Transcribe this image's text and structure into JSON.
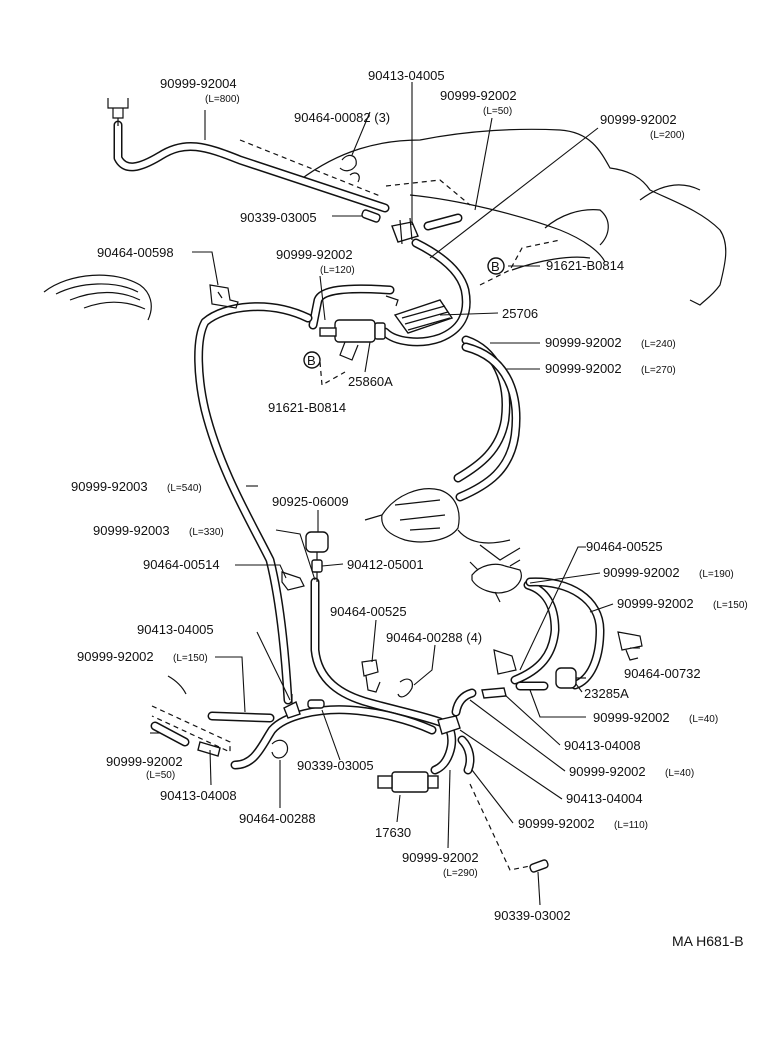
{
  "callouts": [
    {
      "id": "c1",
      "num": "90999-92004",
      "sub": "(L=800)"
    },
    {
      "id": "c2",
      "num": "90413-04005",
      "sub": ""
    },
    {
      "id": "c3",
      "num": "90999-92002",
      "sub": "(L=50)"
    },
    {
      "id": "c4",
      "num": "90464-00082 (3)",
      "sub": ""
    },
    {
      "id": "c5",
      "num": "90999-92002",
      "sub": "(L=200)"
    },
    {
      "id": "c6",
      "num": "90339-03005",
      "sub": ""
    },
    {
      "id": "c7",
      "num": "90464-00598",
      "sub": ""
    },
    {
      "id": "c8",
      "num": "90999-92002",
      "sub": "(L=120)"
    },
    {
      "id": "c9",
      "num": "91621-B0814",
      "sub": ""
    },
    {
      "id": "c10",
      "num": "25706",
      "sub": ""
    },
    {
      "id": "c11",
      "num": "90999-92002",
      "sub": "(L=240)"
    },
    {
      "id": "c12",
      "num": "25860A",
      "sub": ""
    },
    {
      "id": "c13",
      "num": "90999-92002",
      "sub": "(L=270)"
    },
    {
      "id": "c14",
      "num": "91621-B0814",
      "sub": ""
    },
    {
      "id": "c15",
      "num": "90999-92003",
      "sub": "(L=540)"
    },
    {
      "id": "c16",
      "num": "90925-06009",
      "sub": ""
    },
    {
      "id": "c17",
      "num": "90999-92003",
      "sub": "(L=330)"
    },
    {
      "id": "c18",
      "num": "90464-00525",
      "sub": ""
    },
    {
      "id": "c19",
      "num": "90464-00514",
      "sub": ""
    },
    {
      "id": "c20",
      "num": "90412-05001",
      "sub": ""
    },
    {
      "id": "c21",
      "num": "90999-92002",
      "sub": "(L=190)"
    },
    {
      "id": "c22",
      "num": "90999-92002",
      "sub": "(L=150)"
    },
    {
      "id": "c23",
      "num": "90464-00525",
      "sub": ""
    },
    {
      "id": "c24",
      "num": "90413-04005",
      "sub": ""
    },
    {
      "id": "c25",
      "num": "90464-00288 (4)",
      "sub": ""
    },
    {
      "id": "c26",
      "num": "90999-92002",
      "sub": "(L=150)"
    },
    {
      "id": "c27",
      "num": "90464-00732",
      "sub": ""
    },
    {
      "id": "c28",
      "num": "23285A",
      "sub": ""
    },
    {
      "id": "c29",
      "num": "90999-92002",
      "sub": "(L=40)"
    },
    {
      "id": "c30",
      "num": "90413-04008",
      "sub": ""
    },
    {
      "id": "c31",
      "num": "90999-92002",
      "sub": "(L=50)"
    },
    {
      "id": "c32",
      "num": "90339-03005",
      "sub": ""
    },
    {
      "id": "c33",
      "num": "90999-92002",
      "sub": "(L=40)"
    },
    {
      "id": "c34",
      "num": "90413-04004",
      "sub": ""
    },
    {
      "id": "c35",
      "num": "90413-04008",
      "sub": ""
    },
    {
      "id": "c36",
      "num": "90999-92002",
      "sub": "(L=110)"
    },
    {
      "id": "c37",
      "num": "90464-00288",
      "sub": ""
    },
    {
      "id": "c38",
      "num": "17630",
      "sub": ""
    },
    {
      "id": "c39",
      "num": "90999-92002",
      "sub": "(L=290)"
    },
    {
      "id": "c40",
      "num": "90339-03002",
      "sub": ""
    }
  ],
  "markers": {
    "b1": "B",
    "b2": "B"
  },
  "footer": {
    "code": "MA  H681-B"
  }
}
